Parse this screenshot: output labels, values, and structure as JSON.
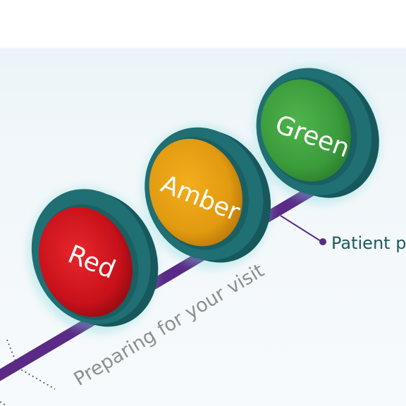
{
  "timeline": {
    "label": "Preparing for your visit",
    "callout_label": "Patient p"
  },
  "status_lights": [
    {
      "label": "Red",
      "color": "#c8111b"
    },
    {
      "label": "Amber",
      "color": "#e29a10"
    },
    {
      "label": "Green",
      "color": "#3b9b3b"
    }
  ],
  "colors": {
    "track": "#5b2a86",
    "ring": "#1f6f73",
    "callout_text": "#1e5a5c",
    "label_text": "#8e8e8e"
  }
}
